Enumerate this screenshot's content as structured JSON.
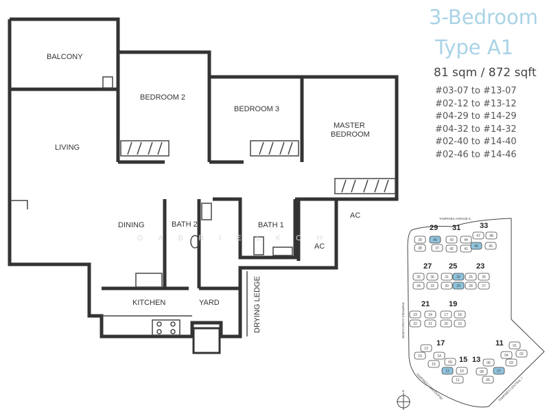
{
  "title": {
    "line1": "3-Bedroom",
    "line2": "Type A1",
    "color": "#a9d3e6"
  },
  "area": "81 sqm / 872 sqft",
  "unit_ranges": [
    "#03-07 to #13-07",
    "#02-12 to #13-12",
    "#04-29 to #14-29",
    "#04-32 to #14-32",
    "#02-40 to #14-40",
    "#02-46 to #14-46"
  ],
  "rooms": {
    "balcony": "BALCONY",
    "bedroom2": "BEDROOM  2",
    "bedroom3": "BEDROOM  3",
    "master1": "MASTER",
    "master2": "BEDROOM",
    "living": "LIVING",
    "dining": "DINING",
    "bath2": "BATH  2",
    "bath1": "BATH  1",
    "ac1": "AC",
    "ac2": "AC",
    "kitchen": "KITCHEN",
    "yard": "YARD",
    "drying_ledge": "DRYING LEDGE"
  },
  "watermark": "GABRIELKOH",
  "site_map": {
    "highlight_color": "#8fc3dc",
    "roads": [
      "TAMPINES AVENUE 8",
      "TAMPINES CONCOURSE",
      "TAMPINES CONCOURSE",
      "TAMPINES CENTRAL 7"
    ],
    "blocks": [
      {
        "block": "29",
        "units": [
          "39",
          "40",
          "38",
          "37"
        ],
        "highlight": [
          "40"
        ]
      },
      {
        "block": "31",
        "units": [
          "43",
          "44",
          "42",
          "41"
        ],
        "highlight": []
      },
      {
        "block": "33",
        "units": [
          "47",
          "48",
          "46",
          "45"
        ],
        "highlight": [
          "46"
        ]
      },
      {
        "block": "27",
        "units": [
          "35",
          "36",
          "34",
          "33"
        ],
        "highlight": []
      },
      {
        "block": "25",
        "units": [
          "31",
          "32",
          "30",
          "29"
        ],
        "highlight": [
          "32",
          "29"
        ]
      },
      {
        "block": "23",
        "units": [
          "25",
          "26",
          "28",
          "27"
        ],
        "highlight": []
      },
      {
        "block": "21",
        "units": [
          "23",
          "24",
          "22",
          "21"
        ],
        "highlight": []
      },
      {
        "block": "19",
        "units": [
          "17",
          "18",
          "20",
          "19"
        ],
        "highlight": []
      },
      {
        "block": "17",
        "units": [
          "13",
          "16",
          "14",
          "15"
        ],
        "highlight": []
      },
      {
        "block": "15",
        "units": [
          "09",
          "12",
          "10",
          "11"
        ],
        "highlight": [
          "12"
        ]
      },
      {
        "block": "13",
        "units": [
          "06",
          "08",
          "07",
          "05"
        ],
        "highlight": [
          "07"
        ]
      },
      {
        "block": "11",
        "units": [
          "01",
          "04",
          "02",
          "03"
        ],
        "highlight": []
      }
    ],
    "compass_label": "N"
  }
}
